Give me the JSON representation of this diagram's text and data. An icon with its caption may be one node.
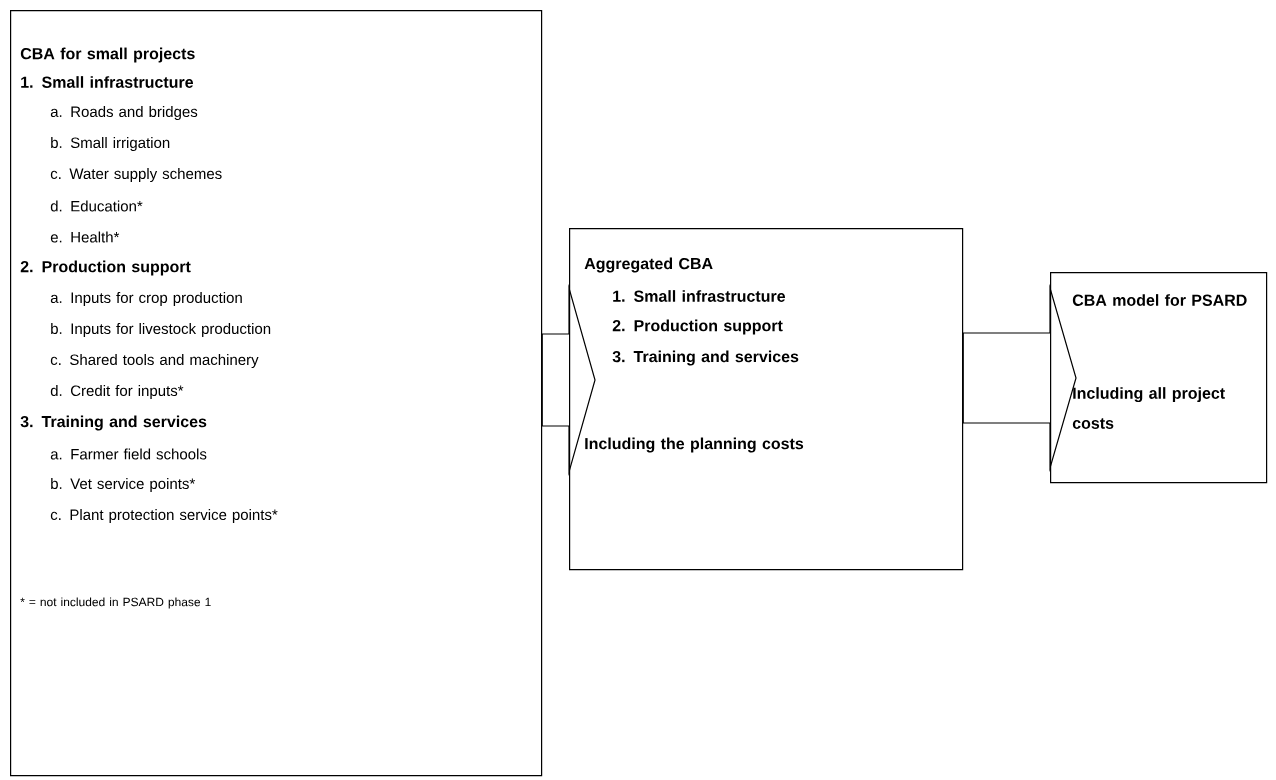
{
  "diagram": {
    "nodes": [
      {
        "text": [
          "CBA for small projects",
          "1. Small infrastructure",
          "a. Roads and bridges",
          "b. Small irrigation",
          "c. Water supply schemes",
          "d. Education*",
          "e. Health*",
          "2. Production support",
          "a. Inputs for crop production",
          "b. Inputs for livestock production",
          "c. Shared tools and machinery",
          "d. Credit for inputs*",
          "3. Training and services",
          "a. Farmer field schools",
          "b. Vet service points*",
          "c. Plant protection service points*",
          "* = not included in PSARD phase 1"
        ]
      },
      {
        "text": [
          "Aggregated CBA",
          "1. Small infrastructure",
          "2. Production support",
          "3. Training and services",
          "Including the planning costs"
        ]
      },
      {
        "text": [
          "CBA model for PSARD",
          "Including all project costs"
        ]
      }
    ],
    "edges": [
      {
        "from": 0,
        "to": 1,
        "arrow": "to"
      },
      {
        "from": 1,
        "to": 2,
        "arrow": "to"
      }
    ]
  }
}
